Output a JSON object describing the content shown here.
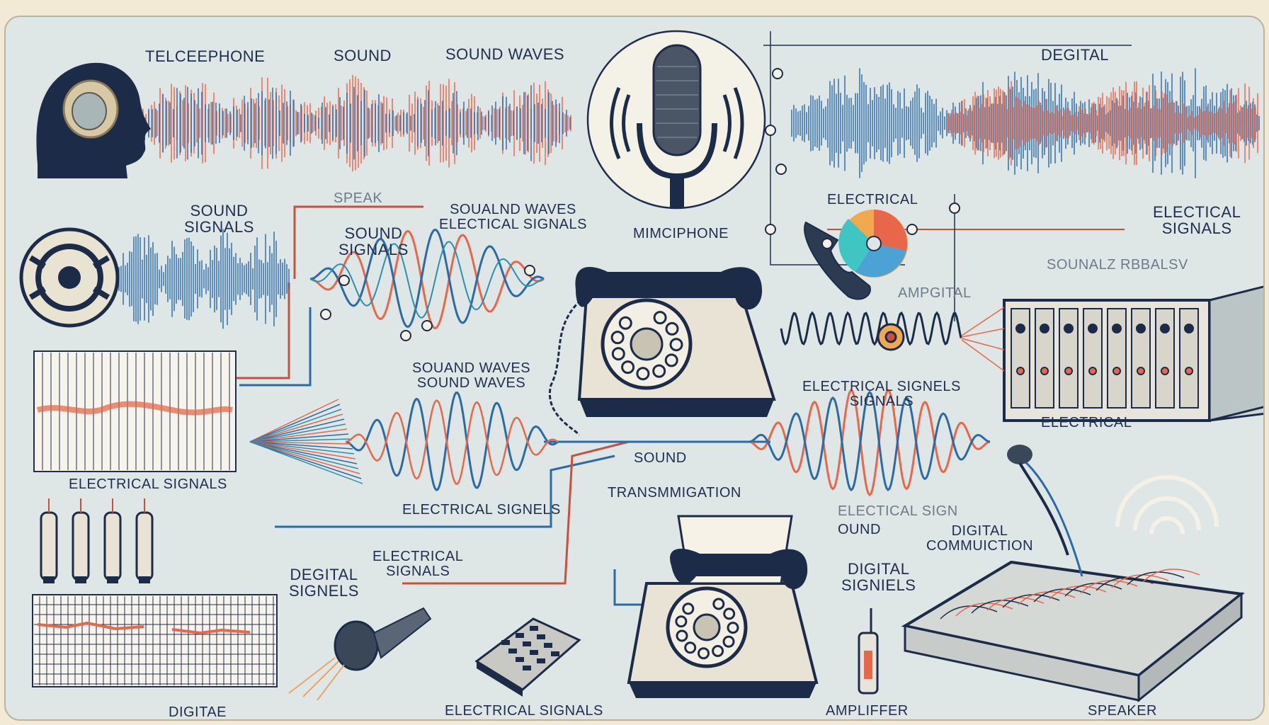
{
  "colors": {
    "background": "#dfe7e6",
    "frame": "#f3ead6",
    "ink": "#1f2e4f",
    "wave_red": "#e8674a",
    "wave_blue": "#2b6aa8",
    "wave_teal": "#2a8fb0"
  },
  "icons": [
    "head-silhouette-icon",
    "microphone-icon",
    "tape-reel-icon",
    "rotary-telephone-icon",
    "telephone-handset-icon",
    "cd-disc-icon",
    "amplifier-rack-icon",
    "vacuum-tube-icon",
    "keypad-device-icon",
    "speaker-board-icon",
    "cable-plug-icon"
  ],
  "labels": {
    "telephone": "TELCEEPHONE",
    "sound_top": "SOUND",
    "sound_waves_top": "SOUND WAVES",
    "digital_top": "DEGITAL",
    "speak": "SPEAK",
    "electrical_top": "ELECTRICAL",
    "sound_signals_left": "SOUND\nSIGNALS",
    "sound_signals_mid": "SOUND\nSIGNALS",
    "sound_waves_electrical": "SOUALND WAVES\nELECTICAL SIGNALS",
    "microphone": "MIMCIPHONE",
    "electical_signals_right": "ELECTICAL\nSIGNALS",
    "sounalz": "SOUNALZ RBBALSV",
    "amgital": "AMPGITAL",
    "sound_waves_center": "SOUAND WAVES\nSOUND WAVES",
    "electrical_signals_right_mid": "ELECTRICAL SIGNELS\nSIGNALS",
    "electrical_rack": "ELECTRICAL",
    "electrical_signals_left": "ELECTRICAL SIGNALS",
    "sound_mid": "SOUND",
    "transmission": "TRANSMMIGATION",
    "electrical_signels": "ELECTRICAL SIGNELS",
    "electical_sig_faint": "ELECTICAL SIGN",
    "ound": "OUND",
    "digital_communication": "DIGITAL\nCOMMUICTION",
    "electrical_signals_lower": "ELECTRICAL\nSIGNALS",
    "degital_signels": "DEGITAL\nSIGNELS",
    "digital_signels_right": "DIGITAL\nSIGNIELS",
    "digitae": "DIGITAE",
    "electrical_signals_bottom": "ELECTRICAL SIGNALS",
    "amplifier": "AMPLIFFER",
    "speaker": "SPEAKER"
  }
}
